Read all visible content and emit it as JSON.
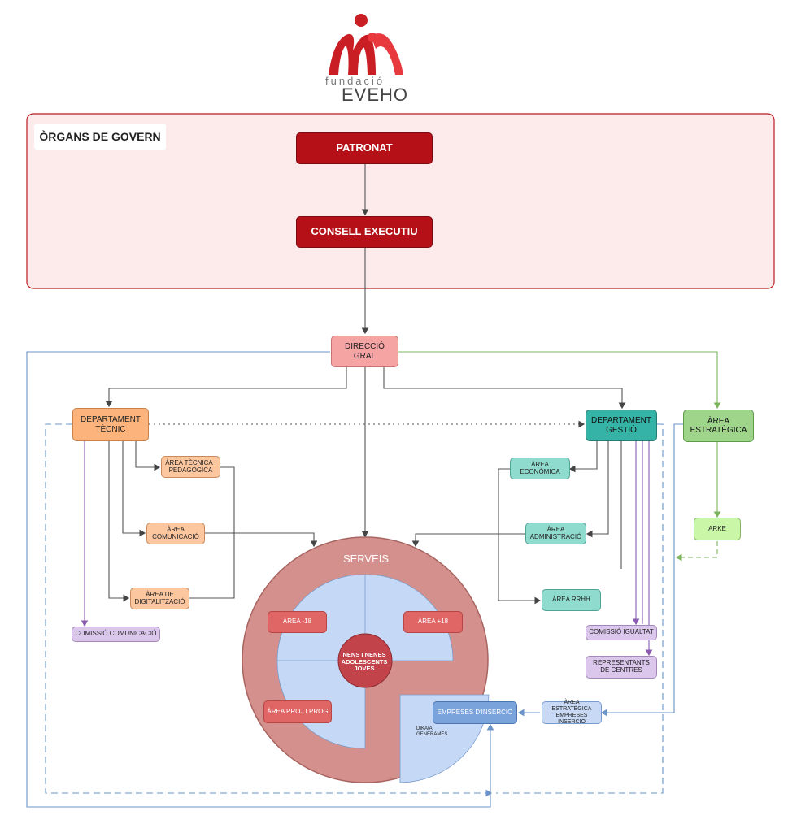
{
  "logo": {
    "line1": "fundació",
    "line2": "EVEHO",
    "colors": {
      "primary": "#c81e24",
      "accent": "#e8393f"
    }
  },
  "governance": {
    "label": "ÒRGANS DE GOVERN",
    "patronat": "PATRONAT",
    "consell": "CONSELL EXECUTIU"
  },
  "direccio": "DIRECCIÓ\nGRAL",
  "tecnic": {
    "dept": "DEPARTAMENT\nTÈCNIC",
    "area_tecnica": "ÀREA TÈCNICA I\nPEDAGÒGICA",
    "area_comunicacio": "ÀREA\nCOMUNICACIÓ",
    "area_digitalitzacio": "ÀREA DE\nDIGITALITZACIÓ",
    "comissio_comunicacio": "COMISSIÓ COMUNICACIÓ"
  },
  "gestio": {
    "dept": "DEPARTAMENT\nGESTIÓ",
    "area_economica": "ÀREA\nECONÒMICA",
    "area_administracio": "ÀREA\nADMINISTRACIÓ",
    "area_rrhh": "ÀREA RRHH",
    "comissio_igualtat": "COMISSIÓ IGUALTAT",
    "representants": "REPRESENTANTS\nDE CENTRES"
  },
  "estrategica": {
    "area": "ÀREA\nESTRATÈGICA",
    "arke": "ARKE",
    "empreses": "ÀREA ESTRATÈGICA\nEMPRESES\nINSERCIÓ"
  },
  "serveis": {
    "label": "SERVEIS",
    "area_18_minus": "ÀREA -18",
    "area_18_plus": "ÀREA +18",
    "area_proj": "ÀREA PROJ I PROG",
    "core": "NENS I NENES\nADOLESCENTS\nJOVES",
    "empreses_insercio": "EMPRESES D'INSERCIÓ",
    "dikaia": "DIKAIA\nGENERAMÉS"
  },
  "colors": {
    "governance_bg": "#fdeaea",
    "governance_border": "#b81a20",
    "serveis_outer": "#d4908c",
    "serveis_inner": "#c5d9f7",
    "serveis_core": "#c3434a",
    "line_gray": "#555555",
    "line_blue": "#6a93c8",
    "line_green": "#7cb45e",
    "line_purple": "#8a5bb0"
  }
}
